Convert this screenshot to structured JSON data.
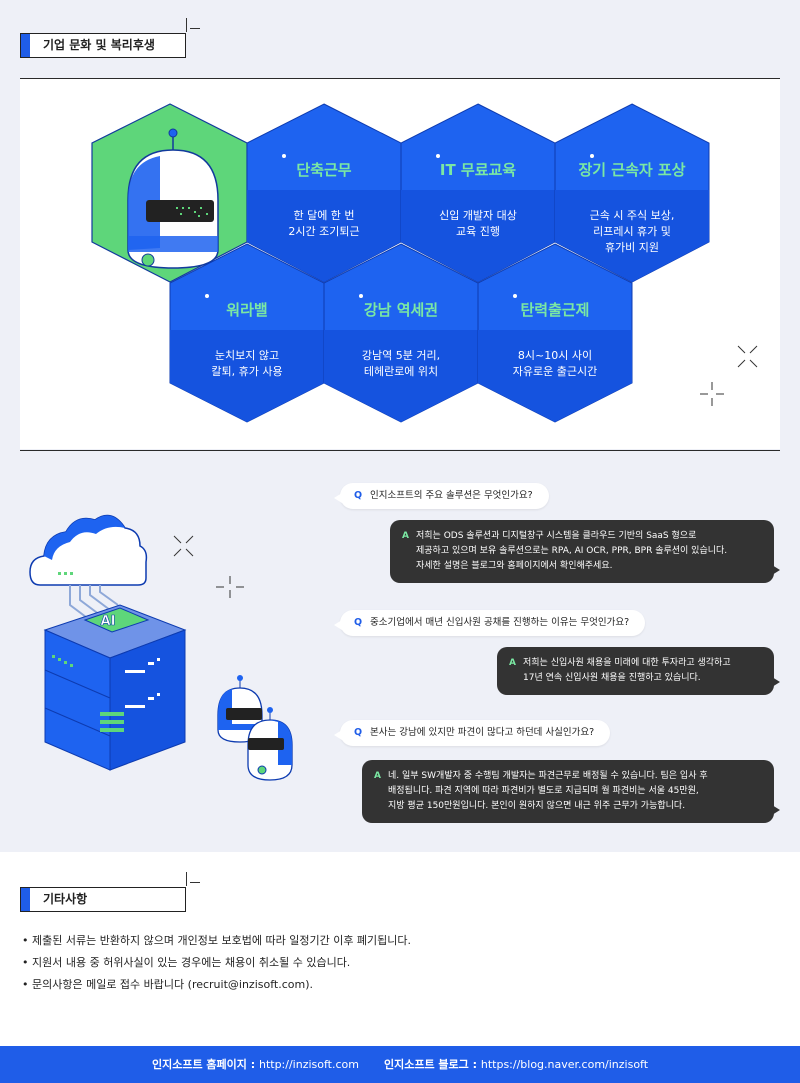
{
  "section1": {
    "title": "기업 문화 및 복리후생"
  },
  "benefits": [
    {
      "title": "단축근무",
      "lines": [
        "한 달에 한 번",
        "2시간 조기퇴근"
      ]
    },
    {
      "title": "IT 무료교육",
      "lines": [
        "신입 개발자 대상",
        "교육 진행"
      ]
    },
    {
      "title": "장기 근속자 포상",
      "lines": [
        "근속 시 주식 보상,",
        "리프레시 휴가 및",
        "휴가비 지원"
      ]
    },
    {
      "title": "워라밸",
      "lines": [
        "눈치보지 않고",
        "칼퇴, 휴가 사용"
      ]
    },
    {
      "title": "강남 역세권",
      "lines": [
        "강남역 5분 거리,",
        "테헤란로에 위치"
      ]
    },
    {
      "title": "탄력출근제",
      "lines": [
        "8시~10시 사이",
        "자유로운 출근시간"
      ]
    }
  ],
  "faq": [
    {
      "q_label": "Q",
      "question": "인지소프트의 주요 솔루션은 무엇인가요?",
      "a_label": "A",
      "answer": [
        "저희는 ODS 솔루션과 디지털창구 시스템을 클라우드 기반의 SaaS 형으로",
        "제공하고 있으며 보유 솔루션으로는  RPA, AI OCR, PPR, BPR 솔루션이 있습니다.",
        "자세한 설명은 블로그와 홈페이지에서 확인해주세요."
      ]
    },
    {
      "q_label": "Q",
      "question": "중소기업에서 매년 신입사원 공채를 진행하는 이유는 무엇인가요?",
      "a_label": "A",
      "answer": [
        "저희는 신입사원 채용을 미래에 대한 투자라고 생각하고",
        "17년 연속 신입사원 채용을 진행하고 있습니다."
      ]
    },
    {
      "q_label": "Q",
      "question": "본사는 강남에 있지만 파견이 많다고 하던데 사실인가요?",
      "a_label": "A",
      "answer": [
        "네. 일부 SW개발자 중 수행팀 개발자는 파견근무로 배정될 수 있습니다. 팀은 입사 후",
        "배정됩니다. 파견 지역에 따라 파견비가 별도로 지급되며 월 파견비는 서울 45만원,",
        "지방 평균 150만원입니다. 본인이 원하지 않으면 내근 위주 근무가 가능합니다."
      ]
    }
  ],
  "server_label": "AI",
  "section2": {
    "title": "기타사항"
  },
  "notes": [
    "• 제출된 서류는 반환하지 않으며 개인정보 보호법에 따라 일정기간 이후 폐기됩니다.",
    "• 지원서 내용 중 허위사실이 있는 경우에는 채용이 취소될 수 있습니다.",
    "• 문의사항은 메일로 접수 바랍니다 (recruit@inzisoft.com)."
  ],
  "footer": {
    "homepage_label": "인지소프트 홈페이지 : ",
    "homepage_url": "http://inzisoft.com",
    "blog_label": "인지소프트 블로그 : ",
    "blog_url": "https://blog.naver.com/inzisoft"
  },
  "colors": {
    "accent": "#1f5de8",
    "hex_blue": "#1e63f0",
    "hex_dark": "#0d43c8",
    "mint": "#7be8a3",
    "green_hex": "#5ed67a"
  }
}
